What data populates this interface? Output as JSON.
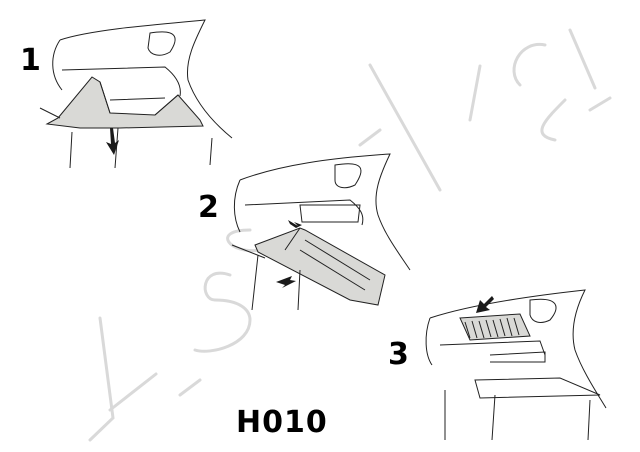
{
  "diagram": {
    "title_code": "H010",
    "watermark": "Ashika",
    "steps": [
      {
        "number": "1",
        "description": "Glove box opened and lowered (arrow down)"
      },
      {
        "number": "2",
        "description": "Glove box side stops released, box pivoted out (arrows)"
      },
      {
        "number": "3",
        "description": "Cabin air filter pulled out of housing (arrow up)"
      }
    ],
    "colors": {
      "line": "#222222",
      "panel_fill": "#d9d9d6",
      "watermark": "#d9d9d9",
      "text": "#000000",
      "background": "#ffffff"
    }
  }
}
